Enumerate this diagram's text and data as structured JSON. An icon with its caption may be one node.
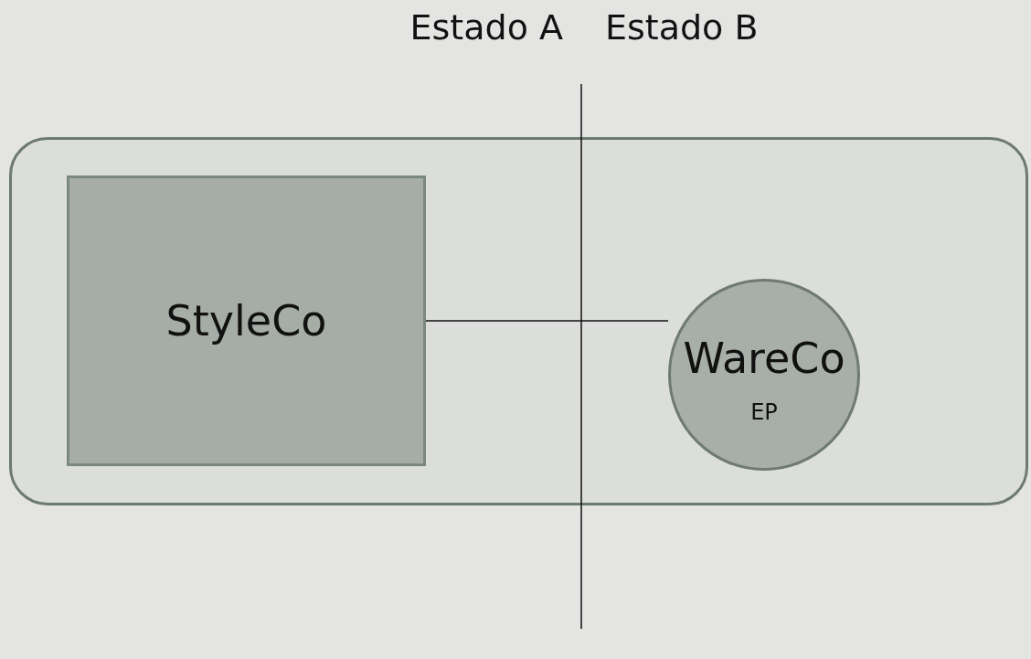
{
  "diagram": {
    "nodes": [
      {
        "text": [],
        "shape": "box"
      },
      {
        "text": [
          "StyleCo"
        ],
        "in": 0
      },
      {
        "text": [
          "WareCo",
          "EP"
        ],
        "in": 0
      }
    ],
    "edges": [
      {
        "from": 1,
        "to": 2,
        "arrow": "none"
      }
    ],
    "labels": [
      "Estado A",
      "Estado B"
    ]
  }
}
